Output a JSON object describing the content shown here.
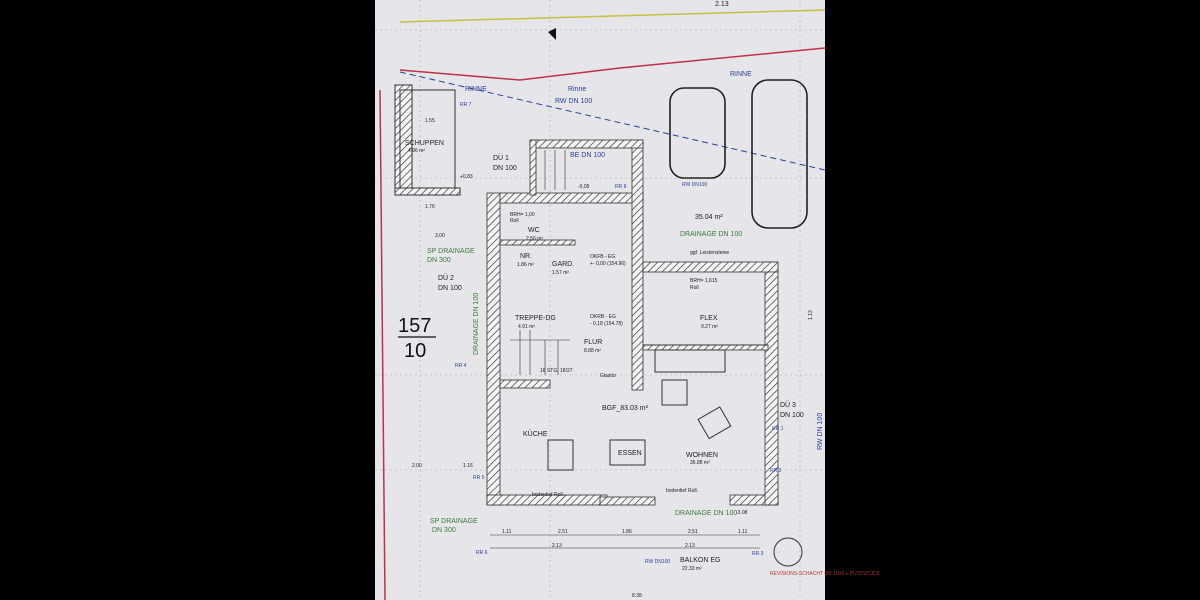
{
  "plan": {
    "parcel_number_top": "157",
    "parcel_number_bottom": "10",
    "top_dimension": "2.13",
    "rooms": {
      "schuppen": {
        "name": "SCHUPPEN",
        "area": "4.96 m²"
      },
      "wc": {
        "name": "WC",
        "area": "2.56 m²"
      },
      "nr": {
        "name": "NR.",
        "area": "1.86 m²"
      },
      "gard": {
        "name": "GARD.",
        "area": "1.57 m²"
      },
      "treppe": {
        "name": "TREPPE-DG",
        "area": "4.91 m²"
      },
      "flur": {
        "name": "FLUR",
        "area": "8.88 m²"
      },
      "flex": {
        "name": "FLEX",
        "area": "9.27 m²"
      },
      "kueche": {
        "name": "KÜCHE"
      },
      "essen": {
        "name": "ESSEN"
      },
      "wohnen": {
        "name": "WOHNEN",
        "area": "36.88 m²"
      },
      "balkon": {
        "name": "BALKON EG",
        "area": "22.33 m²"
      },
      "carport": {
        "area": "35.04 m²"
      }
    },
    "bgf": "BGF_83.03 m²",
    "levels": {
      "okfb_label": "OKFB - EG",
      "okfb_value": "+- 0,00 (154.96)",
      "okrb_label": "OKRB - EG",
      "okrb_value": "- 0,18 (154.78)",
      "bottom_level": "-3.08",
      "left_level": "+0,83",
      "be_level": "-0,05"
    },
    "annotations": {
      "rinne_1": "RINNE",
      "rinne_2": "Rinne",
      "rinne_3": "RINNE",
      "rw_dn100": "RW DN 100",
      "rw_dn100_small": "RW DN100",
      "rw_dn100_right": "RW DN 100",
      "rw_dn100_bottom": "RW DN100",
      "be_dn100": "BE DN 100",
      "du1": "DÜ 1",
      "du1_dn": "DN 100",
      "du2": "DÜ 2",
      "du2_dn": "DN 100",
      "du3": "DÜ 3",
      "du3_dn": "DN 100",
      "sp_drainage_1": "SP DRAINAGE",
      "sp_drainage_1_dn": "DN 300",
      "sp_drainage_2": "SP DRAINAGE",
      "sp_drainage_2_dn": "DN 300",
      "drainage_left": "DRAINAGE DN 100",
      "drainage_top": "DRAINAGE DN 100",
      "drainage_bottom": "DRAINAGE DN 100",
      "leistensteine": "ggf. Leistensteine",
      "brh_wc": "BRH= 1,00",
      "brh_wc_roll": "Roll",
      "brh_flex": "BRH= 1,615",
      "brh_flex_roll": "Roll",
      "stg": "16 STG. 18/27",
      "glastuer": "Glastür",
      "bodentief_1": "bodentief Roll.",
      "bodentief_2": "bodentief Roll.",
      "rr1": "RR 1",
      "rr2": "RR 2",
      "rr3": "RR 3",
      "rr4": "RR 4",
      "rr5": "RR 5",
      "rr6": "RR 6",
      "rr7": "RR 7",
      "rr8": "RR 8",
      "revision": "REVISIONS-SCHACHT DN 1000 + PUTZSTÜCK"
    },
    "dimensions": {
      "d155": "1.55",
      "d176": "1.76",
      "d300": "3.00",
      "d200": "2.00",
      "d116": "1.16",
      "b111a": "1.11",
      "b251a": "2.51",
      "b186": "1.86",
      "b251b": "2.51",
      "b111b": "1.11",
      "b213a": "2.13",
      "b213b": "2.13",
      "b838": "8.38",
      "r113": "1.13"
    },
    "colors": {
      "wall_hatch": "#555555",
      "boundary": "#c0304a",
      "drain": "#3b7a3a",
      "water": "#2a3f9a",
      "paper": "#e9e9ec"
    }
  }
}
